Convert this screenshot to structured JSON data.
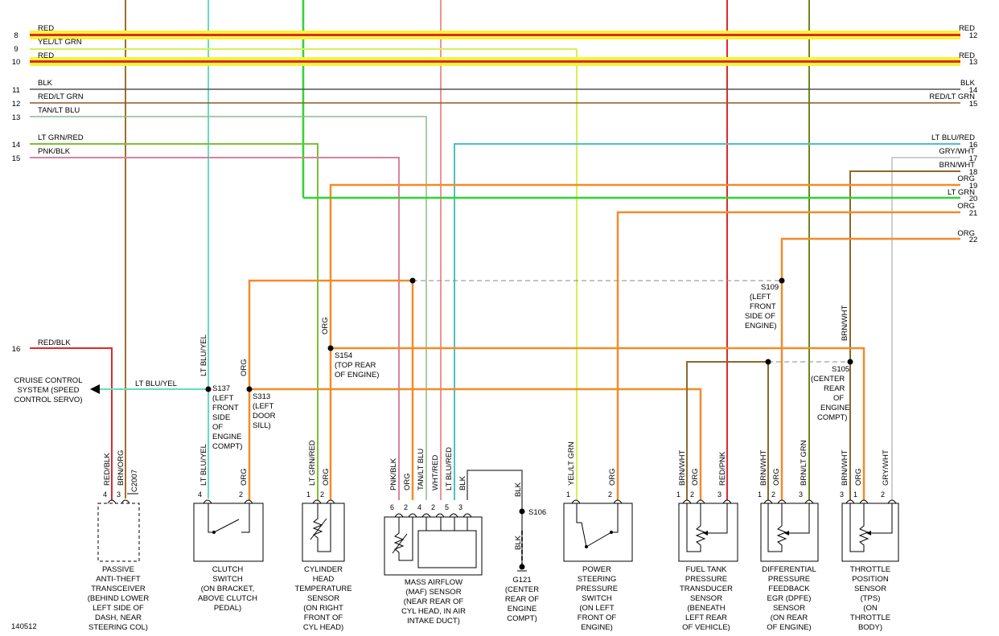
{
  "diagram_id": "140512",
  "bus_left_numbers": [
    "8",
    "9",
    "10",
    "11",
    "12",
    "13",
    "14",
    "15"
  ],
  "bus_right_numbers": [
    "12",
    "13",
    "14",
    "15",
    "16",
    "17",
    "18",
    "19",
    "20",
    "21",
    "22"
  ],
  "wires": {
    "red1": "RED",
    "yel_ltgrn": "YEL/LT GRN",
    "red2": "RED",
    "blk": "BLK",
    "red_ltgrn": "RED/LT GRN",
    "tan_ltblu": "TAN/LT BLU",
    "ltgrn_red": "LT GRN/RED",
    "pnk_blk": "PNK/BLK",
    "ltblu_red": "LT BLU/RED",
    "gry_wht": "GRY/WHT",
    "brn_wht": "BRN/WHT",
    "org": "ORG",
    "lt_grn": "LT GRN",
    "red_blk": "RED/BLK",
    "ltblu_yel": "LT BLU/YEL",
    "wht_red": "WHT/RED",
    "red_pnk": "RED/PNK",
    "brn_org": "BRN/ORG",
    "brn_ltgrn": "BRN/LT GRN"
  },
  "left_16": "16",
  "cruise": [
    "CRUISE CONTROL",
    "SYSTEM (SPEED",
    "CONTROL SERVO)"
  ],
  "splices": {
    "s137": [
      "S137",
      "(LEFT",
      "FRONT",
      "SIDE",
      "OF",
      "ENGINE",
      "COMPT)"
    ],
    "s313": [
      "S313",
      "(LEFT",
      "DOOR",
      "SILL)"
    ],
    "s154": [
      "S154",
      "(TOP REAR",
      "OF ENGINE)"
    ],
    "s109": [
      "S109",
      "(LEFT",
      "FRONT",
      "SIDE OF",
      "ENGINE)"
    ],
    "s105": [
      "S105",
      "(CENTER",
      "REAR",
      "OF",
      "ENGINE",
      "COMPT)"
    ],
    "s106": "S106",
    "g121": [
      "G121",
      "(CENTER",
      "REAR OF",
      "ENGINE",
      "COMPT)"
    ]
  },
  "connector_c2007": "C2007",
  "pins": {
    "p1": "1",
    "p2": "2",
    "p3": "3",
    "p4": "4",
    "p5": "5",
    "p6": "6"
  },
  "components": {
    "pats": [
      "PASSIVE",
      "ANTI-THEFT",
      "TRANSCEIVER",
      "(BEHIND LOWER",
      "LEFT SIDE OF",
      "DASH, NEAR",
      "STEERING COL)"
    ],
    "clutch": [
      "CLUTCH",
      "SWITCH",
      "(ON BRACKET,",
      "ABOVE CLUTCH",
      "PEDAL)"
    ],
    "cht": [
      "CYLINDER",
      "HEAD",
      "TEMPERATURE",
      "SENSOR",
      "(ON RIGHT",
      "FRONT OF",
      "CYL HEAD)"
    ],
    "maf": [
      "MASS AIRFLOW",
      "(MAF) SENSOR",
      "(NEAR REAR OF",
      "CYL HEAD, IN AIR",
      "INTAKE DUCT)"
    ],
    "psps": [
      "POWER",
      "STEERING",
      "PRESSURE",
      "SWITCH",
      "(ON LEFT",
      "FRONT OF",
      "ENGINE)"
    ],
    "ftpt": [
      "FUEL TANK",
      "PRESSURE",
      "TRANSDUCER",
      "SENSOR",
      "(BENEATH",
      "LEFT REAR",
      "OF VEHICLE)"
    ],
    "dpfe": [
      "DIFFERENTIAL",
      "PRESSURE",
      "FEEDBACK",
      "EGR (DPFE)",
      "SENSOR",
      "(ON REAR",
      "OF ENGINE)"
    ],
    "tps": [
      "THROTTLE",
      "POSITION",
      "SENSOR",
      "(TPS)",
      "(ON",
      "THROTTLE",
      "BODY)"
    ]
  },
  "colors": {
    "red": "#e0282c",
    "yellow": "#f5f53a",
    "lt_green": "#2ed62e",
    "orange": "#f28c28",
    "blue_cyan": "#4cc1c1",
    "pink": "#d982a0",
    "brown": "#8a6a2a",
    "olive": "#6a8a1e",
    "gray": "#bdbdbd",
    "blk": "#444444",
    "ltgrn_pale": "#b6ef4a",
    "tan": "#c8a878"
  }
}
